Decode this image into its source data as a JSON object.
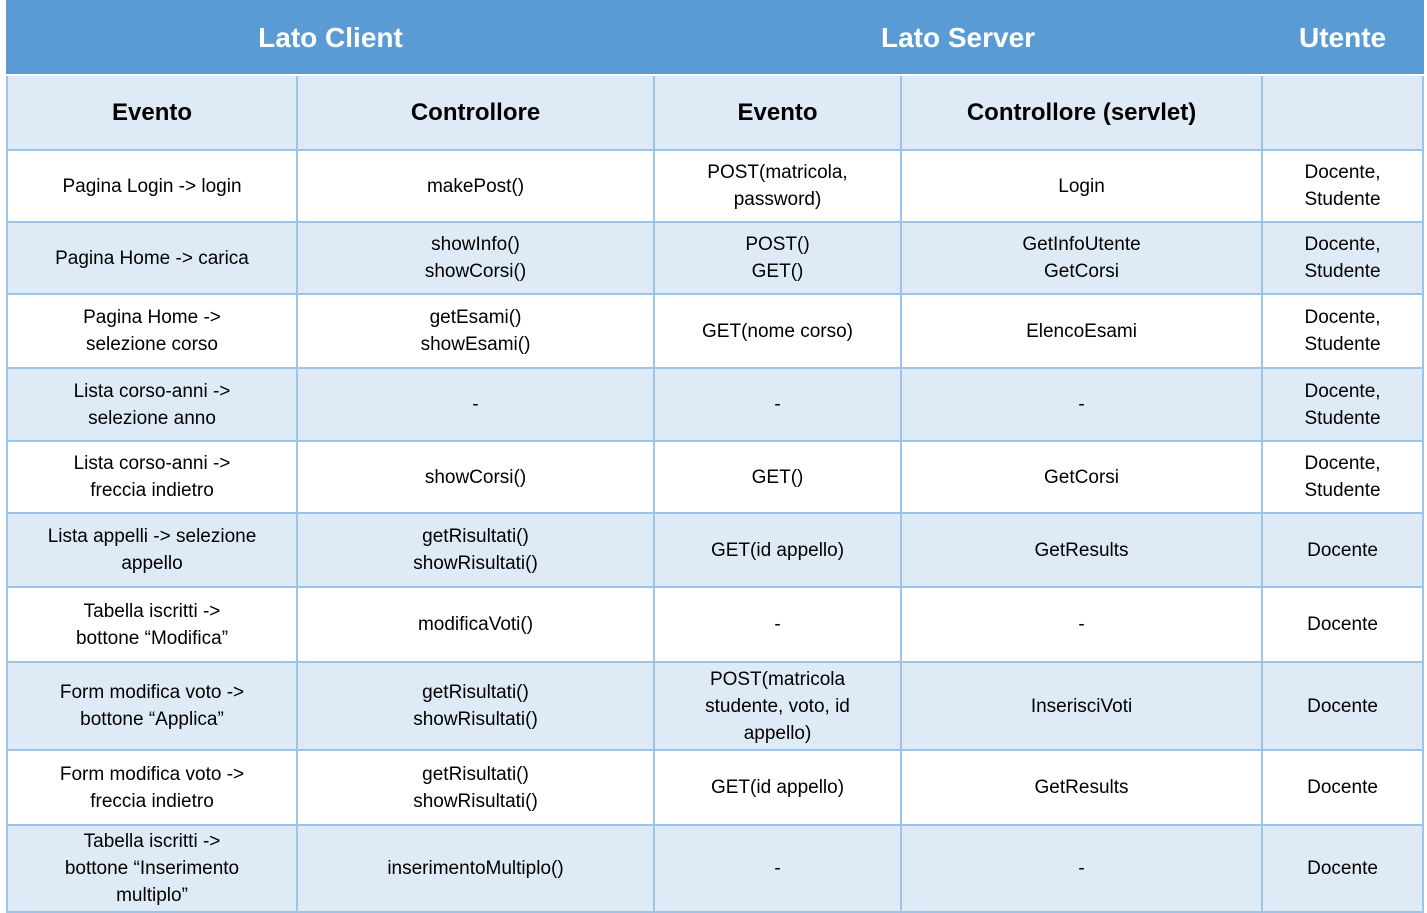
{
  "groups": {
    "client": "Lato Client",
    "server": "Lato Server",
    "user": "Utente"
  },
  "headers": {
    "client_event": "Evento",
    "client_controller": "Controllore",
    "server_event": "Evento",
    "server_controller": "Controllore (servlet)",
    "user": ""
  },
  "rows": [
    {
      "client_event": [
        "Pagina Login -> login"
      ],
      "client_controller": [
        "makePost()"
      ],
      "server_event": [
        "POST(matricola,",
        "password)"
      ],
      "server_controller": [
        "Login"
      ],
      "user": [
        "Docente,",
        "Studente"
      ]
    },
    {
      "client_event": [
        "Pagina Home -> carica"
      ],
      "client_controller": [
        "showInfo()",
        "showCorsi()"
      ],
      "server_event": [
        "POST()",
        "GET()"
      ],
      "server_controller": [
        "GetInfoUtente",
        "GetCorsi"
      ],
      "user": [
        "Docente,",
        "Studente"
      ]
    },
    {
      "client_event": [
        "Pagina Home ->",
        "selezione corso"
      ],
      "client_controller": [
        "getEsami()",
        "showEsami()"
      ],
      "server_event": [
        "GET(nome corso)"
      ],
      "server_controller": [
        "ElencoEsami"
      ],
      "user": [
        "Docente,",
        "Studente"
      ]
    },
    {
      "client_event": [
        "Lista corso-anni ->",
        "selezione anno"
      ],
      "client_controller": [
        "-"
      ],
      "server_event": [
        "-"
      ],
      "server_controller": [
        "-"
      ],
      "user": [
        "Docente,",
        "Studente"
      ]
    },
    {
      "client_event": [
        "Lista corso-anni ->",
        "freccia indietro"
      ],
      "client_controller": [
        "showCorsi()"
      ],
      "server_event": [
        "GET()"
      ],
      "server_controller": [
        "GetCorsi"
      ],
      "user": [
        "Docente,",
        "Studente"
      ]
    },
    {
      "client_event": [
        "Lista appelli -> selezione",
        "appello"
      ],
      "client_controller": [
        "getRisultati()",
        "showRisultati()"
      ],
      "server_event": [
        "GET(id appello)"
      ],
      "server_controller": [
        "GetResults"
      ],
      "user": [
        "Docente"
      ]
    },
    {
      "client_event": [
        "Tabella iscritti ->",
        "bottone “Modifica”"
      ],
      "client_controller": [
        "modificaVoti()"
      ],
      "server_event": [
        "-"
      ],
      "server_controller": [
        "-"
      ],
      "user": [
        "Docente"
      ]
    },
    {
      "client_event": [
        "Form modifica voto ->",
        "bottone “Applica”"
      ],
      "client_controller": [
        "getRisultati()",
        "showRisultati()"
      ],
      "server_event": [
        "POST(matricola",
        "studente, voto, id",
        "appello)"
      ],
      "server_controller": [
        "InserisciVoti"
      ],
      "user": [
        "Docente"
      ]
    },
    {
      "client_event": [
        "Form modifica voto ->",
        "freccia indietro"
      ],
      "client_controller": [
        "getRisultati()",
        "showRisultati()"
      ],
      "server_event": [
        "GET(id appello)"
      ],
      "server_controller": [
        "GetResults"
      ],
      "user": [
        "Docente"
      ]
    },
    {
      "client_event": [
        "Tabella iscritti ->",
        "bottone “Inserimento",
        "multiplo”"
      ],
      "client_controller": [
        "inserimentoMultiplo()"
      ],
      "server_event": [
        "-"
      ],
      "server_controller": [
        "-"
      ],
      "user": [
        "Docente"
      ]
    }
  ]
}
